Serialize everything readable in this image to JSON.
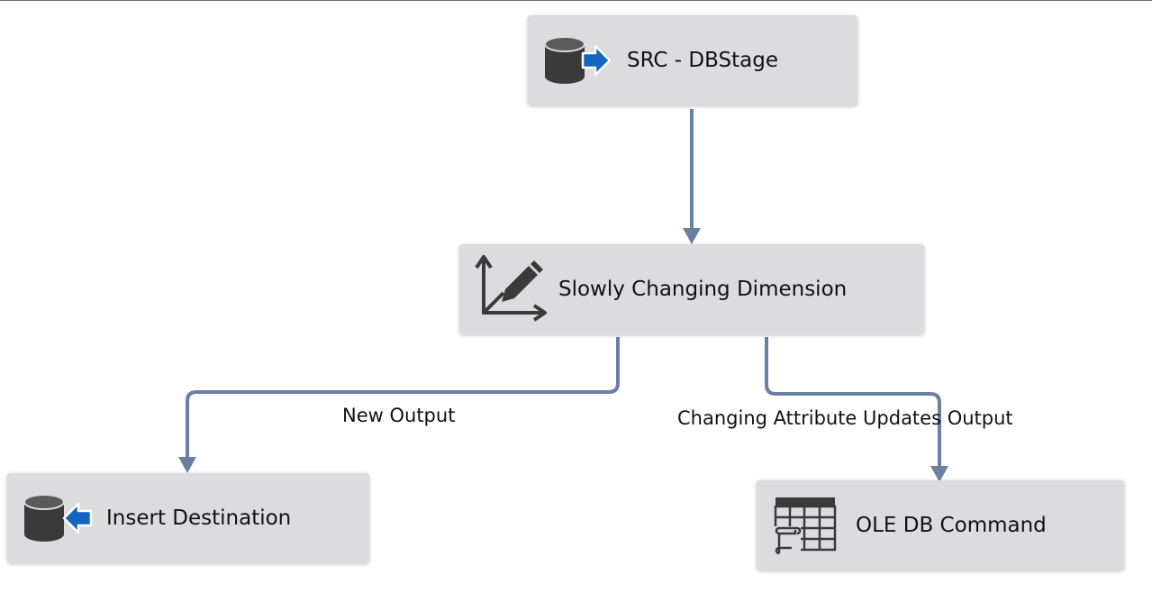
{
  "canvas": {
    "background": "#ffffff",
    "connector_color": "#6b7fa3"
  },
  "components": {
    "source": {
      "label": "SRC - DBStage",
      "icon": "database-source-icon"
    },
    "scd": {
      "label": "Slowly Changing Dimension",
      "icon": "axes-pencil-icon"
    },
    "insert": {
      "label": "Insert Destination",
      "icon": "database-destination-icon"
    },
    "oledb": {
      "label": "OLE DB Command",
      "icon": "table-command-icon"
    }
  },
  "paths": {
    "new_output": "New Output",
    "changing_output": "Changing Attribute Updates Output"
  }
}
